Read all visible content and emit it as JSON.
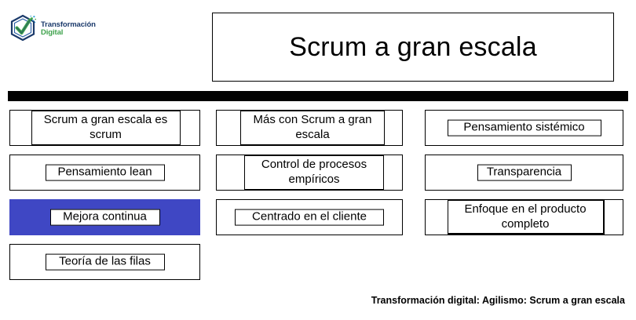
{
  "logo": {
    "brand_line1": "Transformación",
    "brand_line2": "Digital",
    "mark_name": "hexagon-checkmark-logo",
    "colors": {
      "hex_outline": "#1b3a6b",
      "check_green": "#3fa34d",
      "brand_navy": "#1b3a6b",
      "brand_green": "#3fa34d"
    }
  },
  "title": {
    "text": "Scrum a gran escala"
  },
  "divider": {
    "color": "#000000"
  },
  "columns": [
    {
      "id": "column-1",
      "items": [
        {
          "label": "Scrum a gran escala es scrum",
          "highlighted": false
        },
        {
          "label": "Pensamiento lean",
          "highlighted": false
        },
        {
          "label": "Mejora continua",
          "highlighted": true
        },
        {
          "label": "Teoría de las filas",
          "highlighted": false
        }
      ]
    },
    {
      "id": "column-2",
      "items": [
        {
          "label": "Más con Scrum a gran escala",
          "highlighted": false
        },
        {
          "label": "Control de procesos empíricos",
          "highlighted": false
        },
        {
          "label": "Centrado en el cliente",
          "highlighted": false
        }
      ]
    },
    {
      "id": "column-3",
      "items": [
        {
          "label": "Pensamiento sistémico",
          "highlighted": false
        },
        {
          "label": "Transparencia",
          "highlighted": false
        },
        {
          "label": "Enfoque en el producto completo",
          "highlighted": false
        }
      ]
    }
  ],
  "footer": {
    "text": "Transformación digital: Agilismo: Scrum a gran escala"
  },
  "accent": {
    "highlight_blue": "#3f47c4"
  }
}
